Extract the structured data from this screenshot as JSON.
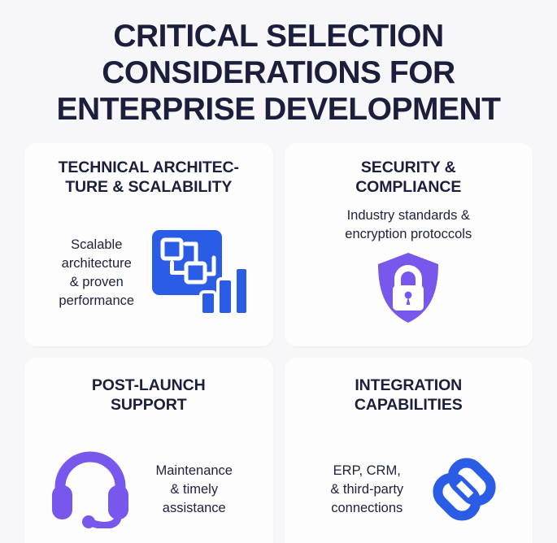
{
  "page": {
    "title": "CRITICAL SELECTION\nCONSIDERATIONS FOR\nENTERPRISE DEVELOPMENT",
    "background_color": "#f7f7f9",
    "heading_color": "#1c1f3b",
    "card_color": "#fdfdfe"
  },
  "colors": {
    "blue": "#2b5ce6",
    "purple": "#7857ec",
    "navy": "#1c1f3b"
  },
  "cards": [
    {
      "id": "technical-architecture",
      "title": "TECHNICAL ARCHITEC-\nTURE & SCALABILITY",
      "text": "Scalable\narchitecture\n& proven\nperformance",
      "icon": "architecture-diagram-icon",
      "icon_color": "#2b5ce6",
      "layout": "text-left-icon-right"
    },
    {
      "id": "security-compliance",
      "title": "SECURITY &\nCOMPLIANCE",
      "text": "Industry standards &\nencryption protoccols",
      "icon": "shield-lock-icon",
      "icon_color": "#7857ec",
      "layout": "text-above-icon-below"
    },
    {
      "id": "post-launch-support",
      "title": "POST-LAUNCH\nSUPPORT",
      "text": "Maintenance\n& timely\nassistance",
      "icon": "headset-icon",
      "icon_color": "#7857ec",
      "layout": "icon-left-text-right"
    },
    {
      "id": "integration-capabilities",
      "title": "INTEGRATION\nCAPABILITIES",
      "text": "ERP, CRM,\n& third-party\nconnections",
      "icon": "chain-link-icon",
      "icon_color": "#2b5ce6",
      "layout": "text-left-icon-right"
    }
  ]
}
